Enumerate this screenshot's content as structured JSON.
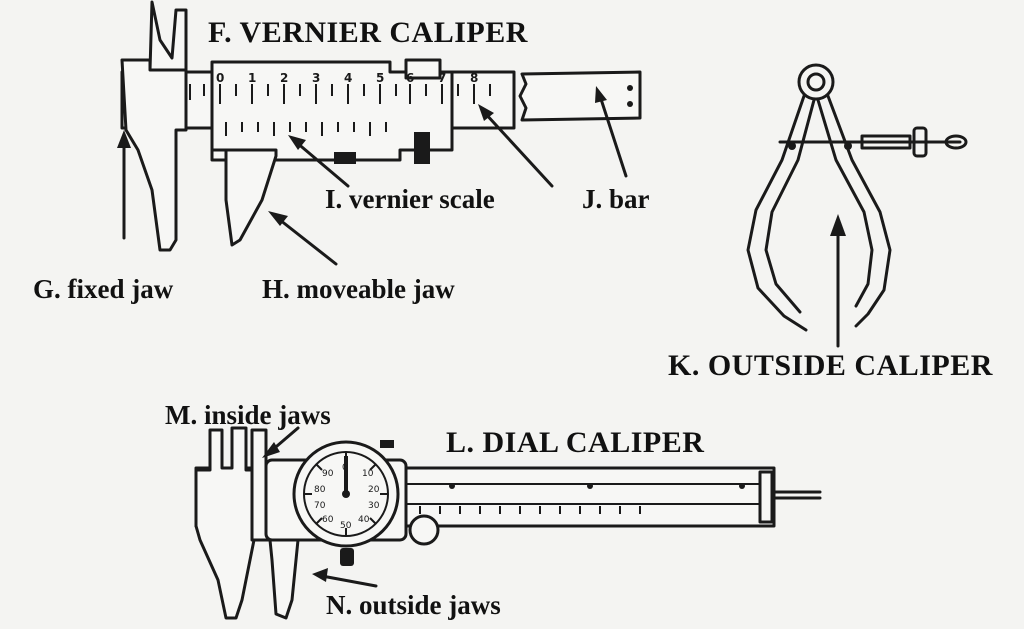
{
  "figures": {
    "vernier": {
      "title": "F. VERNIER CALIPER",
      "labels": {
        "fixed_jaw": "G. fixed jaw",
        "moveable_jaw": "H. moveable jaw",
        "vernier_scale": "I. vernier scale",
        "bar": "J. bar"
      },
      "scale_marks": [
        "0",
        "1",
        "2",
        "3",
        "4",
        "5",
        "6",
        "7",
        "8"
      ]
    },
    "outside_caliper": {
      "title": "K. OUTSIDE CALIPER"
    },
    "dial": {
      "title": "L. DIAL CALIPER",
      "labels": {
        "inside_jaws": "M. inside jaws",
        "outside_jaws": "N. outside jaws"
      },
      "dial_numbers": [
        "0",
        "10",
        "20",
        "30",
        "40",
        "50",
        "60",
        "70",
        "80",
        "90"
      ]
    }
  }
}
